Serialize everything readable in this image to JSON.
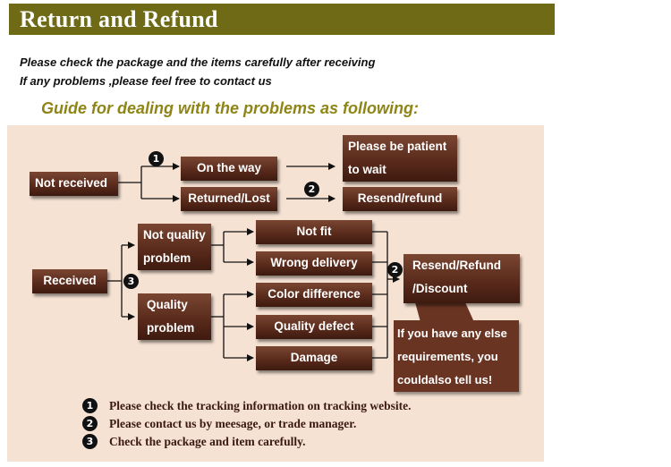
{
  "header": {
    "title": "Return and Refund"
  },
  "intro": {
    "line1": "Please check the package and the items carefully after receiving",
    "line2": "If any problems ,please feel free to contact us"
  },
  "guide_title": "Guide for dealing with the problems as following:",
  "diagram": {
    "not_received": "Not received",
    "on_the_way": "On the way",
    "returned_lost": "Returned/Lost",
    "please_be_patient_1": "Please be patient",
    "please_be_patient_2": "to wait",
    "resend_refund": "Resend/refund",
    "received": "Received",
    "not_quality_1": "Not quality",
    "not_quality_2": "problem",
    "quality_1": "Quality",
    "quality_2": "problem",
    "not_fit": "Not fit",
    "wrong_delivery": "Wrong delivery",
    "color_difference": "Color difference",
    "quality_defect": "Quality defect",
    "damage": "Damage",
    "resend_refund_discount_1": "Resend/Refund",
    "resend_refund_discount_2": "/Discount",
    "note_1": "If you have any else",
    "note_2": "requirements, you",
    "note_3": "couldalso tell us!",
    "badges": [
      "1",
      "2",
      "2",
      "3"
    ]
  },
  "legend": [
    {
      "num": "1",
      "text": "Please check the tracking information on tracking website."
    },
    {
      "num": "2",
      "text": "Please contact us by meesage, or trade manager."
    },
    {
      "num": "3",
      "text": "Check the package and item carefully."
    }
  ],
  "colors": {
    "banner": "#6f6a16",
    "guide_text": "#8f8516",
    "panel": "#f6e2d3",
    "box": "#5a2b1c"
  }
}
